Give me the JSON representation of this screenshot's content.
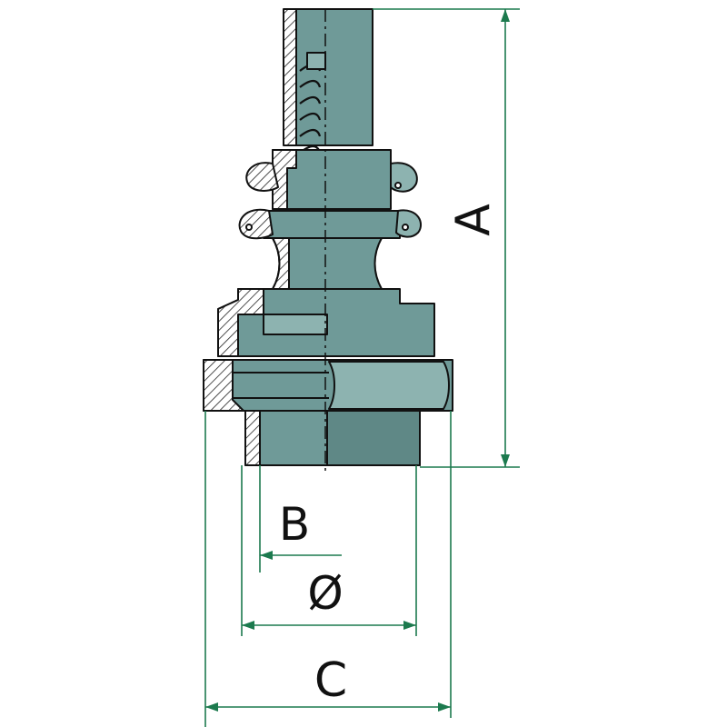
{
  "diagram": {
    "dimensions": {
      "a_label": "A",
      "b_label": "B",
      "diameter_label": "Ø",
      "c_label": "C"
    },
    "colors": {
      "body_fill": "#6f9a98",
      "body_light": "#8db3b0",
      "body_dark": "#4f7574",
      "outline": "#111111",
      "dimension_line": "#1c7a4e",
      "hatch": "#222222"
    }
  }
}
